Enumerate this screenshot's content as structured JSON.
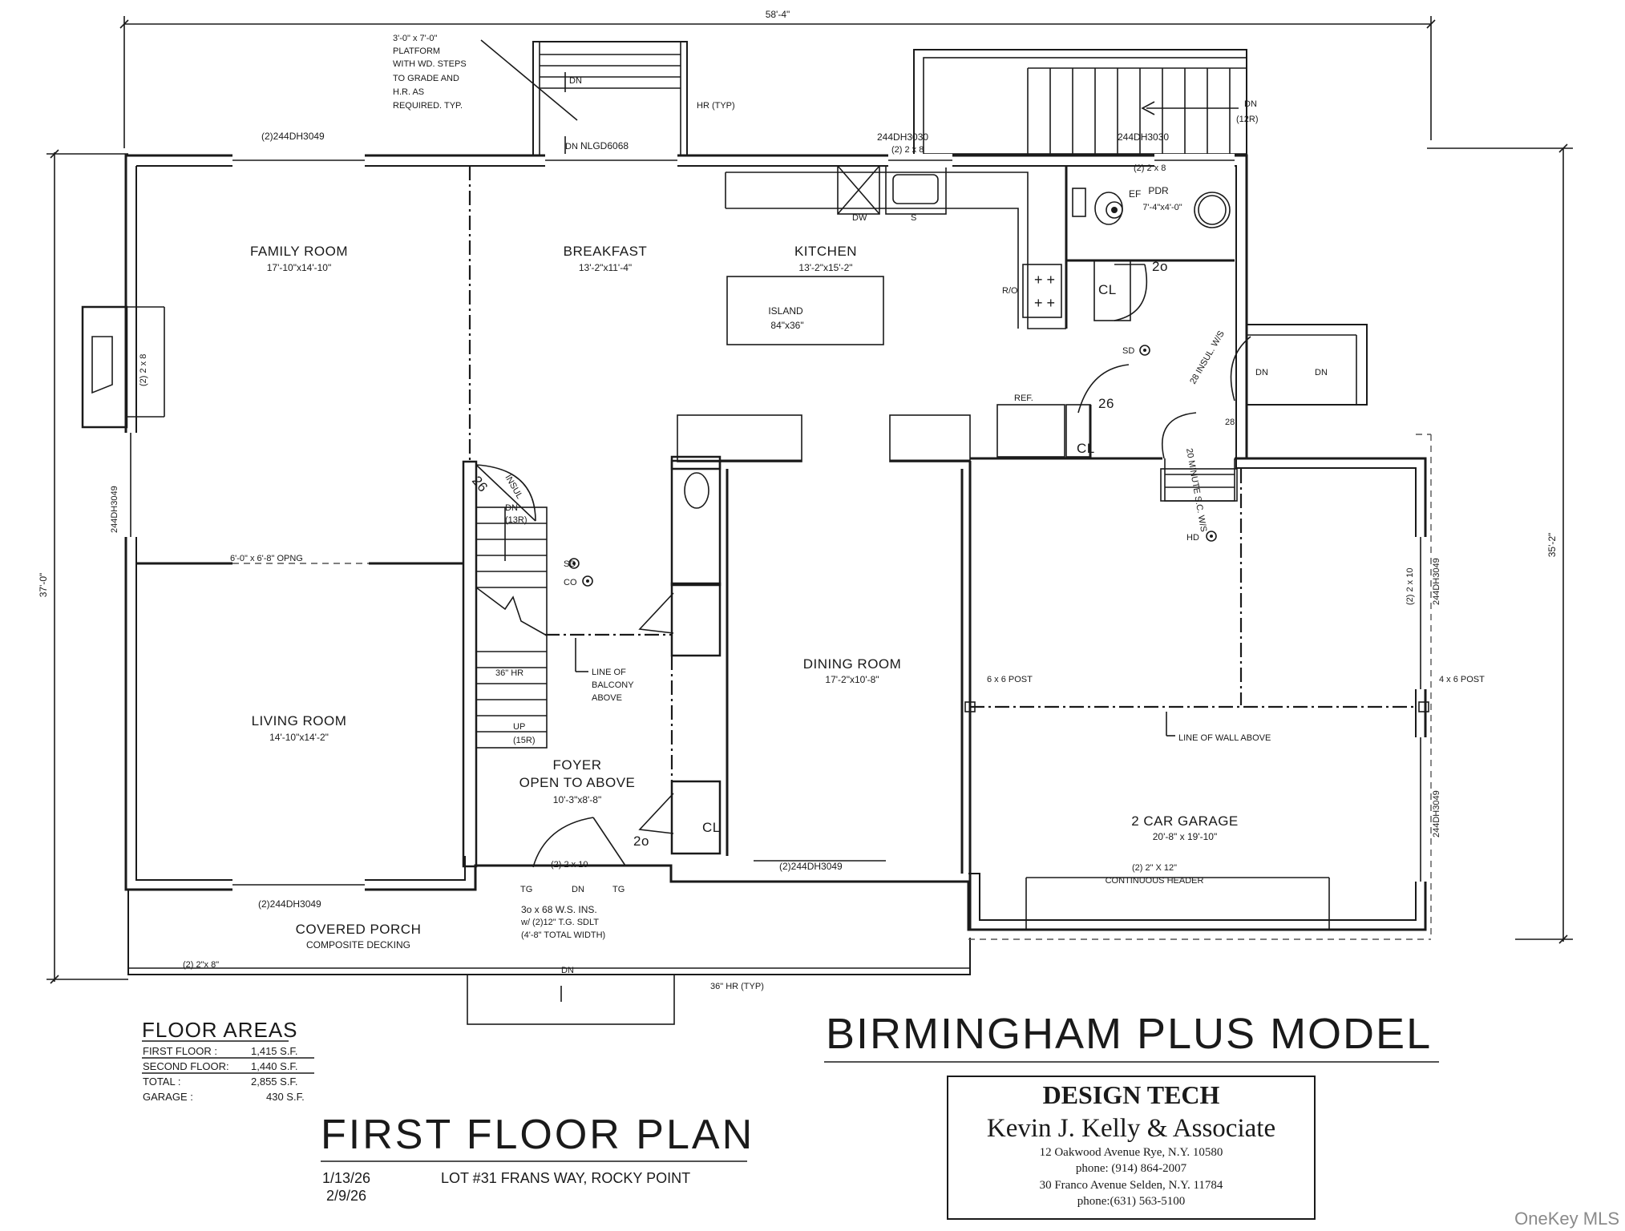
{
  "overall": {
    "width_dim": "58'-4\"",
    "depth_left_dim": "37'-0\"",
    "depth_right_dim": "35'-2\""
  },
  "rooms": {
    "family_room": {
      "name": "FAMILY ROOM",
      "size": "17'-10\"x14'-10\""
    },
    "breakfast": {
      "name": "BREAKFAST",
      "size": "13'-2\"x11'-4\""
    },
    "kitchen": {
      "name": "KITCHEN",
      "size": "13'-2\"x15'-2\""
    },
    "island": {
      "name": "ISLAND",
      "size": "84\"x36\""
    },
    "pdr": {
      "name": "PDR",
      "size": "7'-4\"x4'-0\""
    },
    "living_room": {
      "name": "LIVING ROOM",
      "size": "14'-10\"x14'-2\""
    },
    "dining_room": {
      "name": "DINING ROOM",
      "size": "17'-2\"x10'-8\""
    },
    "foyer": {
      "name": "FOYER",
      "sub": "OPEN TO ABOVE",
      "size": "10'-3\"x8'-8\""
    },
    "garage": {
      "name": "2 CAR GARAGE",
      "size": "20'-8\" x 19'-10\""
    },
    "porch": {
      "name": "COVERED PORCH",
      "sub": "COMPOSITE DECKING"
    }
  },
  "notes": {
    "platform": [
      "3'-0\" x 7'-0\"",
      "PLATFORM",
      "WITH WD. STEPS",
      "TO GRADE AND",
      "H.R. AS",
      "REQUIRED. TYP."
    ],
    "hr_typ": "HR (TYP)",
    "dn": "DN",
    "dn_12r": "(12R)",
    "window_top_left": "(2)244DH3049",
    "header_2x8": "(2) 2 x 8",
    "door_nlgd": "NLGD6068",
    "window_kitchen": "244DH3030",
    "window_pdr": "244DH3030",
    "dw": "DW",
    "s": "S",
    "ef": "EF",
    "ro": "R/O",
    "cl": "CL",
    "sd": "SD",
    "co": "CO",
    "hd": "HD",
    "ref": "REF.",
    "door_20": "2o",
    "door_26": "26",
    "door_28": "28",
    "insul_ws": "28 INSUL. W/S",
    "fire_door": "20 MINUTE S.C. W/S",
    "insul": "INSUL",
    "stair_dn": "DN",
    "stair_13r": "(13R)",
    "stair_up": "UP",
    "stair_15r": "(15R)",
    "hr36": "36\" HR",
    "balcony": [
      "LINE OF",
      "BALCONY",
      "ABOVE"
    ],
    "opening": "6'-0\" x 6'-8\" OPNG",
    "left_window": "244DH3049",
    "fireplace_hdr": "(2) 2 x 8",
    "bottom_left_window": "(2)244DH3049",
    "bottom_dining_window": "(2)244DH3049",
    "front_door_hdr": "(2) 2 x 10",
    "tg": "TG",
    "front_door": [
      "3o x 68 W.S. INS.",
      "w/ (2)12\" T.G. SDLT",
      "(4'-8\" TOTAL WIDTH)"
    ],
    "porch_hdr": "(2) 2\"x 8\"",
    "hr36_typ": "36\" HR (TYP)",
    "post_6x6": "6 x 6 POST",
    "post_4x6": "4 x 6 POST",
    "line_wall_above": "LINE OF WALL ABOVE",
    "garage_hdr_right": "(2) 2 x 10",
    "garage_win_right_top": "244DH3049",
    "garage_win_right_bot": "244DH3049",
    "garage_door_hdr": [
      "(2)  2\" X 12\"",
      "CONTINUOUS HEADER"
    ]
  },
  "floor_areas": {
    "heading": "FLOOR AREAS",
    "rows": [
      {
        "label": "FIRST FLOOR :",
        "value": "1,415 S.F."
      },
      {
        "label": "SECOND FLOOR:",
        "value": "1,440 S.F."
      },
      {
        "label": "TOTAL        :",
        "value": "2,855 S.F."
      },
      {
        "label": "GARAGE :",
        "value": "430 S.F."
      }
    ]
  },
  "plan_title": "FIRST FLOOR PLAN",
  "dates": [
    "1/13/26",
    "2/9/26"
  ],
  "lot": "LOT #31 FRANS WAY, ROCKY POINT",
  "model_title": "BIRMINGHAM PLUS MODEL",
  "designer": {
    "firm": "DESIGN TECH",
    "name": "Kevin J. Kelly & Associate",
    "lines": [
      "12 Oakwood Avenue  Rye, N.Y. 10580",
      "phone: (914) 864-2007",
      "30 Franco Avenue  Selden, N.Y. 11784",
      "phone:(631) 563-5100"
    ]
  },
  "watermark": "OneKey MLS"
}
